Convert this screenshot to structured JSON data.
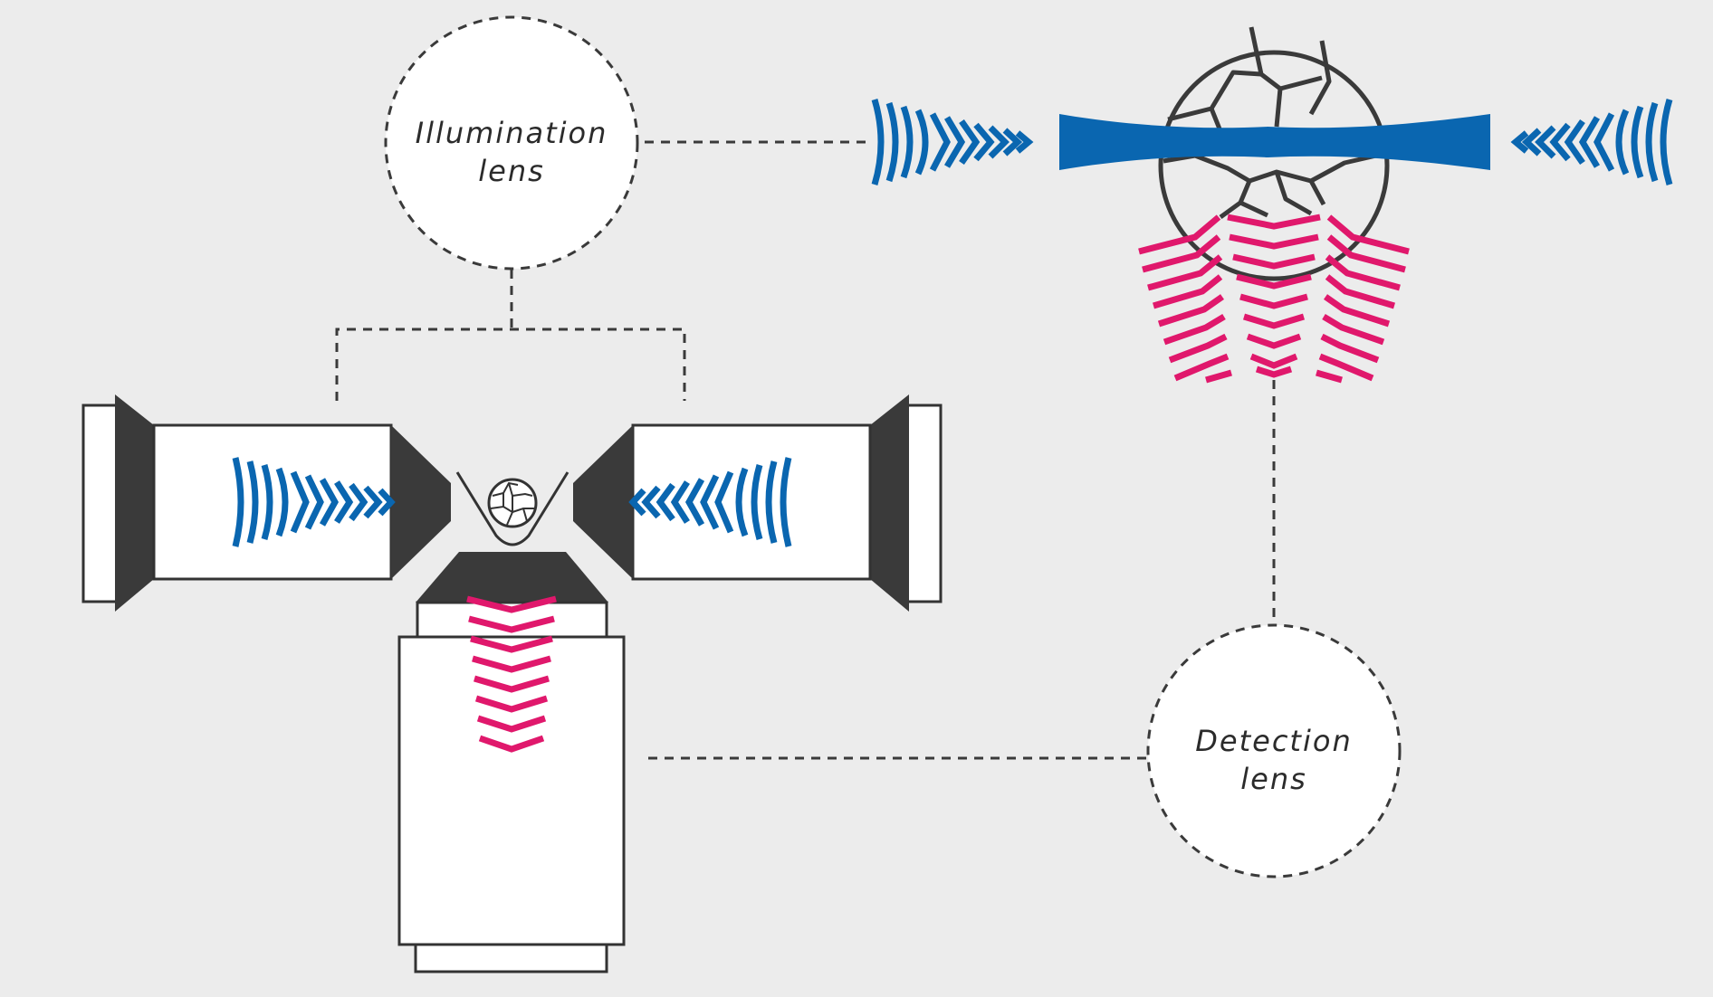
{
  "labels": {
    "illumination_line1": "Illumination",
    "illumination_line2": "lens",
    "detection_line1": "Detection",
    "detection_line2": "lens"
  },
  "colors": {
    "background": "#ececec",
    "illumination_light": "#0a66b0",
    "detection_light": "#e0186c",
    "housing_dark": "#3a3a3a",
    "outline": "#333333",
    "callout_fill": "#ffffff"
  }
}
